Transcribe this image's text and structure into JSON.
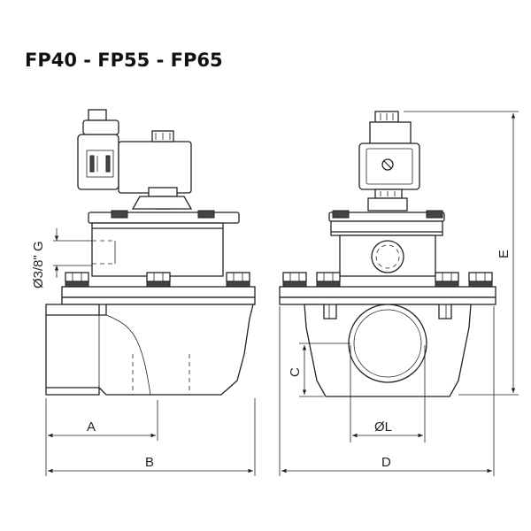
{
  "title": "FP40 - FP55 - FP65",
  "labels": {
    "thread": "Ø3/8\" G",
    "a": "A",
    "b": "B",
    "c": "C",
    "d": "D",
    "e": "E",
    "l": "ØL"
  }
}
